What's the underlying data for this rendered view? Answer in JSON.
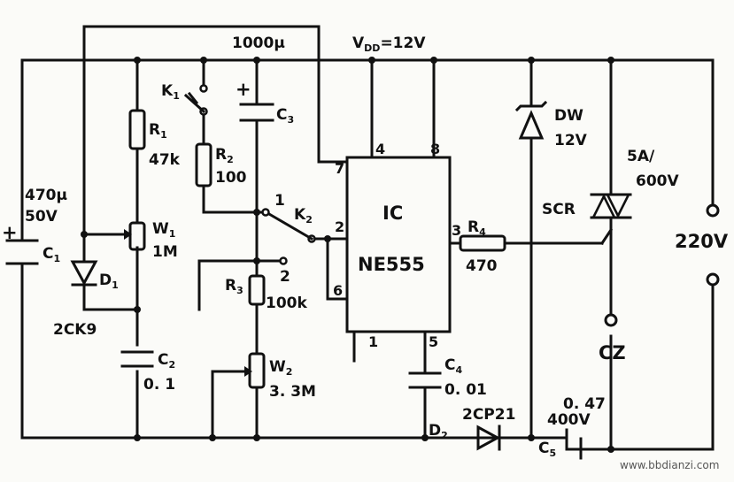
{
  "labels": {
    "c3_value": "1000µ",
    "vdd": "V",
    "vdd_sub": "DD",
    "vdd_value": "=12V",
    "k1": "K",
    "k1_sub": "1",
    "c3": "C",
    "c3_sub": "3",
    "r1": "R",
    "r1_sub": "1",
    "r1_value": "47k",
    "r2": "R",
    "r2_sub": "2",
    "r2_value": "100",
    "c1_value": "470µ",
    "c1_voltage": "50V",
    "c1": "C",
    "c1_sub": "1",
    "w1": "W",
    "w1_sub": "1",
    "w1_value": "1M",
    "d1": "D",
    "d1_sub": "1",
    "d1_part": "2CK9",
    "c2": "C",
    "c2_sub": "2",
    "c2_value": "0. 1",
    "k2": "K",
    "k2_sub": "2",
    "k2_pos1": "1",
    "k2_pos2": "2",
    "r3": "R",
    "r3_sub": "3",
    "r3_value": "100k",
    "w2": "W",
    "w2_sub": "2",
    "w2_value": "3. 3M",
    "ic_title": "IC",
    "ic_part": "NE555",
    "pin1": "1",
    "pin2": "2",
    "pin3": "3",
    "pin4": "4",
    "pin5": "5",
    "pin6": "6",
    "pin7": "7",
    "pin8": "8",
    "r4": "R",
    "r4_sub": "4",
    "r4_value": "470",
    "c4": "C",
    "c4_sub": "4",
    "c4_value": "0. 01",
    "d2": "D",
    "d2_sub": "2",
    "d2_part": "2CP21",
    "dw": "DW",
    "dw_value": "12V",
    "scr": "SCR",
    "scr_rating_a": "5A/",
    "scr_rating_v": "600V",
    "mains": "220V",
    "cz": "CZ",
    "c5": "C",
    "c5_sub": "5",
    "c5_value": "0. 47",
    "c5_voltage": "400V",
    "watermark": "www.bbdianzi.com"
  }
}
